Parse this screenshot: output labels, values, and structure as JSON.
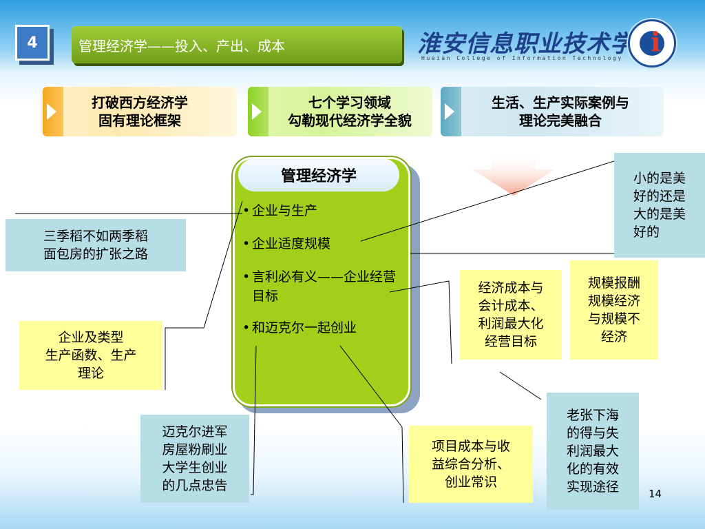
{
  "slide": {
    "number": "4",
    "title": "管理经济学——投入、产出、成本",
    "page": "14"
  },
  "college": {
    "name_cn": "淮安信息职业技术学院",
    "name_en": "Huaian College of Information Technology"
  },
  "top_boxes": [
    {
      "line1": "打破西方经济学",
      "line2": "固有理论框架"
    },
    {
      "line1": "七个学习领域",
      "line2": "勾勒现代经济学全貌"
    },
    {
      "line1": "生活、生产实际案例与",
      "line2": "理论完美融合"
    }
  ],
  "panel": {
    "title": "管理经济学",
    "items": [
      "企业与生产",
      "企业适度规模",
      "言利必有义——企业经营目标",
      "和迈克尔一起创业"
    ]
  },
  "callouts": {
    "sanji": {
      "line1": "三季稻不如两季稻",
      "line2": "面包房的扩张之路"
    },
    "qiye": {
      "line1": "企业及类型",
      "line2": "生产函数、生产",
      "line3": "理论"
    },
    "maike": {
      "line1": "迈克尔进军",
      "line2": "房屋粉刷业",
      "line3": "大学生创业",
      "line4": "的几点忠告"
    },
    "xiaode": {
      "line1": "小的是美",
      "line2": "好的还是",
      "line3": "大的是美",
      "line4": "好的"
    },
    "guimo": {
      "line1": "规模报酬",
      "line2": "规模经济",
      "line3": "与规模不",
      "line4": "经济"
    },
    "jingji": {
      "line1": "经济成本与",
      "line2": "会计成本、",
      "line3": "利润最大化",
      "line4": "经营目标"
    },
    "laozhang": {
      "line1": "老张下海",
      "line2": "的得与失",
      "line3": "利润最大",
      "line4": "化的有效",
      "line5": "实现途径"
    },
    "xiangmu": {
      "line1": "项目成本与收",
      "line2": "益综合分析、",
      "line3": "创业常识"
    }
  },
  "colors": {
    "panel_green": "#a2cf1a",
    "title_green": "#8cbf2b",
    "callout_yellow": "#ffff99",
    "callout_cyan": "#b7dde6",
    "badge_blue": "#3d7bc4"
  }
}
